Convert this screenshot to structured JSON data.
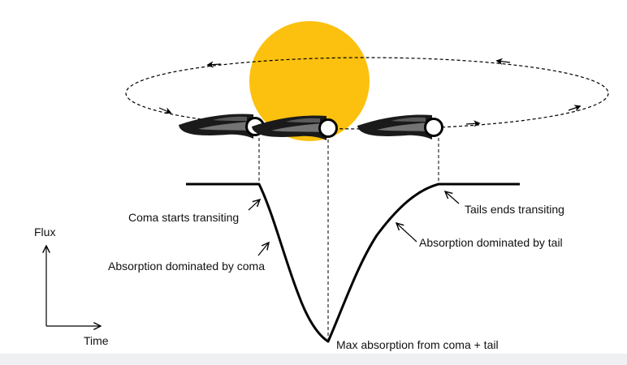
{
  "colors": {
    "star": "#FCC10F",
    "ink": "#000000",
    "comet_body": "#1a1a1a",
    "comet_highlight": "#9a9a9a",
    "nucleus": "#ffffff",
    "bottom_band": "#eef0f2"
  },
  "axes": {
    "y_label": "Flux",
    "x_label": "Time"
  },
  "annotations": {
    "coma_start": "Coma starts transiting",
    "absorption_coma": "Absorption dominated by coma",
    "max_absorption": "Max absorption from coma + tail",
    "absorption_tail": "Absorption dominated by tail",
    "tail_end": "Tails ends transiting"
  },
  "icons": [
    "star-disk",
    "orbit-ellipse",
    "comet-icon",
    "arrow-icon"
  ]
}
